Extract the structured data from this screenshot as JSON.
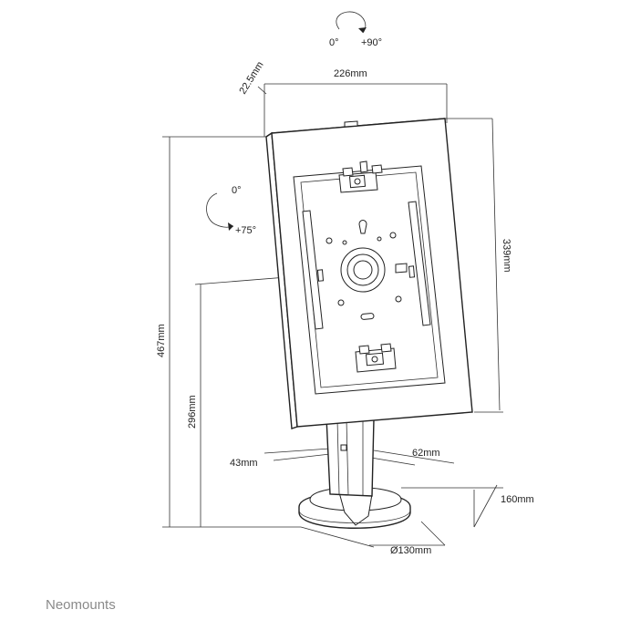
{
  "rotation_top": {
    "from": "0°",
    "to": "+90°"
  },
  "rotation_side": {
    "from": "0°",
    "to": "+75°"
  },
  "dimensions": {
    "depth": "22.5mm",
    "width": "226mm",
    "panel_height": "339mm",
    "total_height": "467mm",
    "mount_height": "296mm",
    "pole_depth": "43mm",
    "pole_width": "62mm",
    "base_depth": "160mm",
    "base_diameter": "Ø130mm"
  },
  "brand": "Neomounts",
  "colors": {
    "line": "#222222",
    "brand": "#8a8a8a"
  }
}
